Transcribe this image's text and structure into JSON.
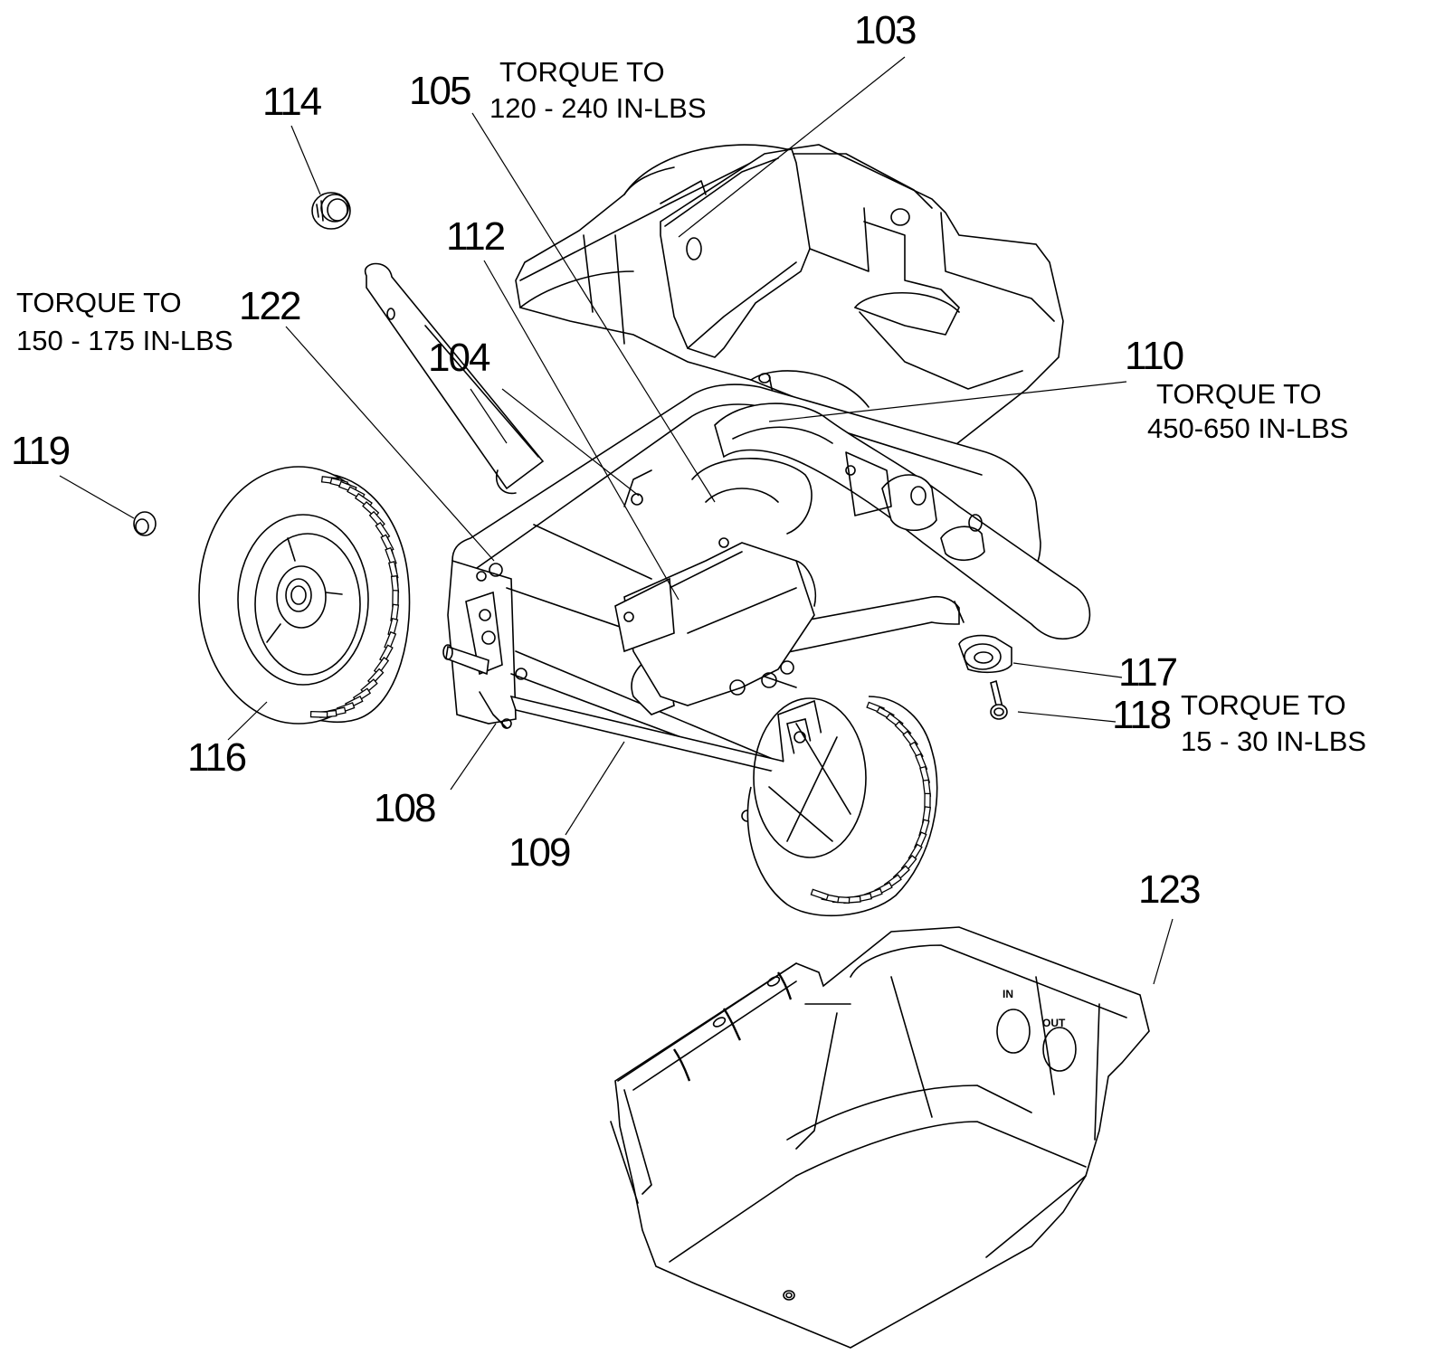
{
  "diagram": {
    "type": "exploded-parts-diagram",
    "callouts": [
      {
        "id": "103",
        "label": "103"
      },
      {
        "id": "104",
        "label": "104"
      },
      {
        "id": "105",
        "label": "105"
      },
      {
        "id": "108",
        "label": "108"
      },
      {
        "id": "109",
        "label": "109"
      },
      {
        "id": "110",
        "label": "110"
      },
      {
        "id": "112",
        "label": "112"
      },
      {
        "id": "114",
        "label": "114"
      },
      {
        "id": "116",
        "label": "116"
      },
      {
        "id": "117",
        "label": "117"
      },
      {
        "id": "118",
        "label": "118"
      },
      {
        "id": "119",
        "label": "119"
      },
      {
        "id": "122",
        "label": "122"
      },
      {
        "id": "123",
        "label": "123"
      }
    ],
    "torque_notes": {
      "n105": {
        "line1": "TORQUE TO",
        "line2": "120 - 240 IN-LBS",
        "part": "105"
      },
      "n122": {
        "line1": "TORQUE TO",
        "line2": "150 - 175 IN-LBS",
        "part": "122"
      },
      "n110": {
        "line1": "TORQUE TO",
        "line2": "450-650 IN-LBS",
        "part": "110"
      },
      "n118": {
        "line1": "TORQUE TO",
        "line2": "15 - 30 IN-LBS",
        "part": "118"
      }
    },
    "cover_markings": {
      "inlet": "IN",
      "outlet": "OUT"
    }
  }
}
